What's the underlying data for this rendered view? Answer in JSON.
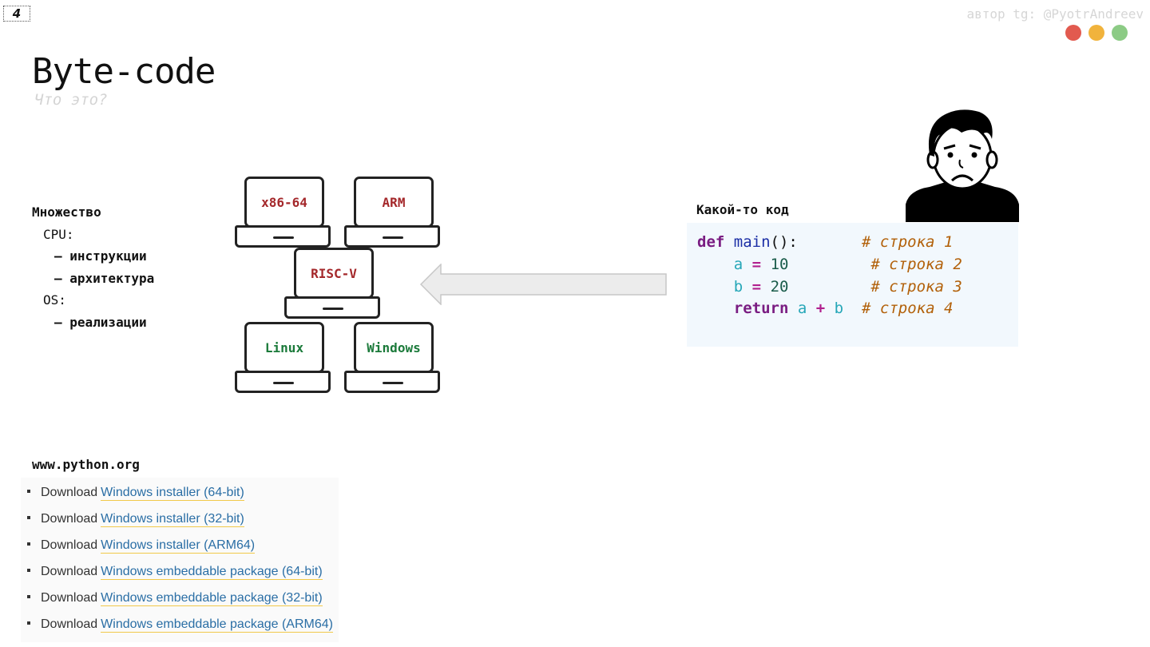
{
  "header": {
    "slide_number": "4",
    "author": "автор tg: @PyotrAndreev",
    "dots": [
      "#e25a4f",
      "#f1b33c",
      "#8ccb85"
    ]
  },
  "title": "Byte-code",
  "subtitle": "Что это?",
  "platform_list": {
    "heading": "Множество",
    "cpu": "CPU:",
    "cpu_items": [
      "– инструкции",
      "– архитектура"
    ],
    "os": "OS:",
    "os_items": [
      "– реализации"
    ]
  },
  "laptops": [
    {
      "label": "x86-64",
      "color": "#a4282b"
    },
    {
      "label": "ARM",
      "color": "#a4282b"
    },
    {
      "label": "RISC-V",
      "color": "#a4282b"
    },
    {
      "label": "Linux",
      "color": "#1b7a3a"
    },
    {
      "label": "Windows",
      "color": "#1b7a3a"
    }
  ],
  "code": {
    "label": "Какой-то код",
    "lines": [
      {
        "kw": "def",
        "fn": "main",
        "rest": "():",
        "comment": "# строка 1"
      },
      {
        "var": "a",
        "op": "=",
        "num": "10",
        "comment": "# строка 2"
      },
      {
        "var": "b",
        "op": "=",
        "num": "20",
        "comment": "# строка 3"
      },
      {
        "kw": "return",
        "var1": "a",
        "op": "+",
        "var2": "b",
        "comment": "# строка 4"
      }
    ]
  },
  "python_site": {
    "label": "www.python.org",
    "downloads": [
      {
        "prefix": "Download",
        "link": "Windows installer (64-bit)"
      },
      {
        "prefix": "Download",
        "link": "Windows installer (32-bit)"
      },
      {
        "prefix": "Download",
        "link": "Windows installer (ARM64)"
      },
      {
        "prefix": "Download",
        "link": "Windows embeddable package (64-bit)"
      },
      {
        "prefix": "Download",
        "link": "Windows embeddable package (32-bit)"
      },
      {
        "prefix": "Download",
        "link": "Windows embeddable package (ARM64)"
      }
    ]
  }
}
